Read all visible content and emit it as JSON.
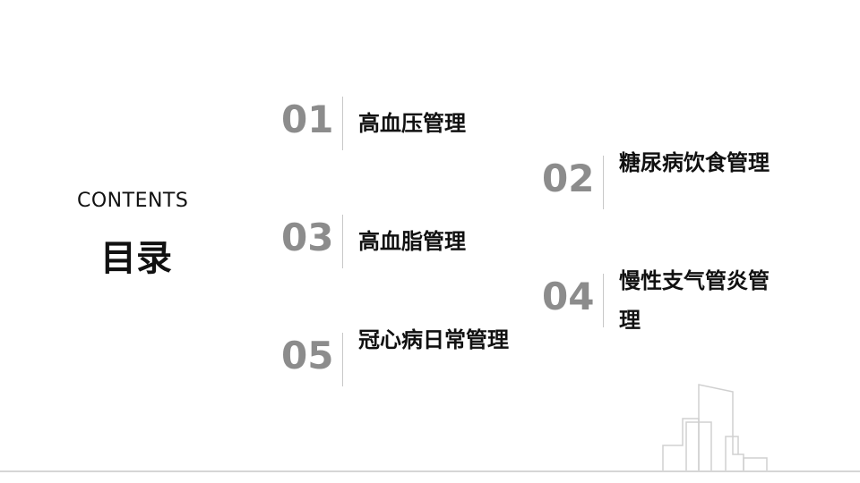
{
  "contents": {
    "label_en": "CONTENTS",
    "label_cn": "目录"
  },
  "items": [
    {
      "num": "01",
      "label": "高血压管理"
    },
    {
      "num": "02",
      "label": "糖尿病饮食管理"
    },
    {
      "num": "03",
      "label": "高血脂管理"
    },
    {
      "num": "04",
      "label": "慢性支气管炎管理"
    },
    {
      "num": "05",
      "label": "冠心病日常管理"
    }
  ],
  "colors": {
    "number": "#8c8c8c",
    "divider": "#c8c8c8",
    "text": "#111111",
    "skyline": "#d0d0d0"
  },
  "decoration": "city-skyline-outline"
}
